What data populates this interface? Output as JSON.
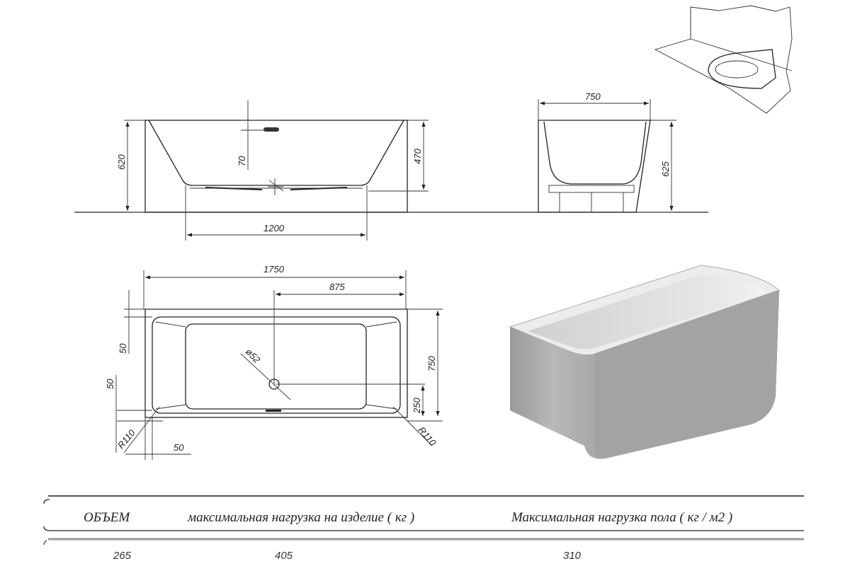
{
  "front_view": {
    "height_total": "620",
    "overflow_offset": "70",
    "inner_depth": "470",
    "bottom_length": "1200"
  },
  "side_view": {
    "width": "750",
    "height": "625"
  },
  "plan_view": {
    "length": "1750",
    "half_length": "875",
    "rim_top": "50",
    "rim_bottom": "50",
    "rim_side": "50",
    "width": "750",
    "drain_offset": "250",
    "radius_left": "R110",
    "radius_right": "R110",
    "drain_diameter": "ø52"
  },
  "specs": {
    "headers": [
      "ОБЪЕМ",
      "максимальная нагрузка на изделие ( кг )",
      "Максимальная нагрузка пола ( кг / м2 )"
    ],
    "values": [
      "265",
      "405",
      "310"
    ]
  }
}
